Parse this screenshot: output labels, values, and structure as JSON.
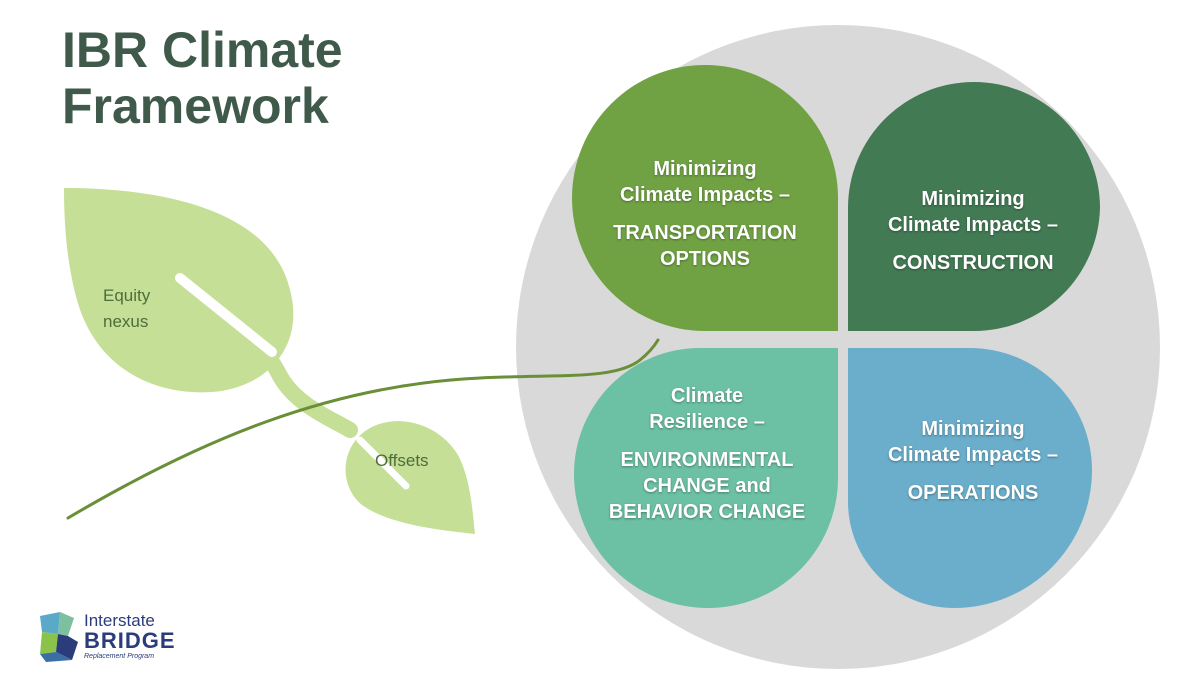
{
  "title": {
    "line1": "IBR Climate",
    "line2": "Framework"
  },
  "colors": {
    "title": "#3f5a4b",
    "circle": "#d9d9d9",
    "transportation": "#70a244",
    "construction": "#427a54",
    "resilience": "#6cc0a4",
    "operations": "#6aaecb",
    "leaf": "#c5df96",
    "stem": "#6a8f38"
  },
  "petals": {
    "transportation": {
      "line1": "Minimizing",
      "line2": "Climate Impacts –",
      "caps1": "TRANSPORTATION",
      "caps2": "OPTIONS"
    },
    "construction": {
      "line1": "Minimizing",
      "line2": "Climate Impacts –",
      "caps1": "CONSTRUCTION"
    },
    "resilience": {
      "line1": "Climate",
      "line2": "Resilience –",
      "caps1": "ENVIRONMENTAL",
      "caps2": "CHANGE and",
      "caps3": "BEHAVIOR CHANGE"
    },
    "operations": {
      "line1": "Minimizing",
      "line2": "Climate Impacts –",
      "caps1": "OPERATIONS"
    }
  },
  "leaves": {
    "equity": {
      "line1": "Equity",
      "line2": "nexus"
    },
    "offsets": "Offsets"
  },
  "logo": {
    "line1": "Interstate",
    "line2": "BRIDGE",
    "line3": "Replacement Program"
  }
}
